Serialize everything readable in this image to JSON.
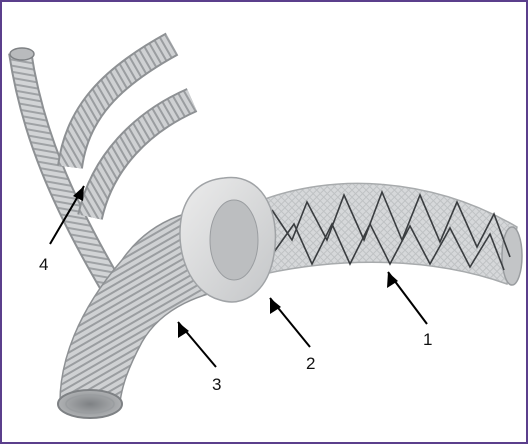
{
  "figure": {
    "frame_color": "#5b3f8c",
    "graft_color": "#c9cbcd",
    "graft_shadow_color": "#8e9194",
    "stent_wire_color": "#3a3d40",
    "callouts": [
      {
        "number": "1",
        "target": "stented-graft-segment"
      },
      {
        "number": "2",
        "target": "sewing-collar"
      },
      {
        "number": "3",
        "target": "main-graft-body"
      },
      {
        "number": "4",
        "target": "side-branch-grafts"
      }
    ]
  }
}
